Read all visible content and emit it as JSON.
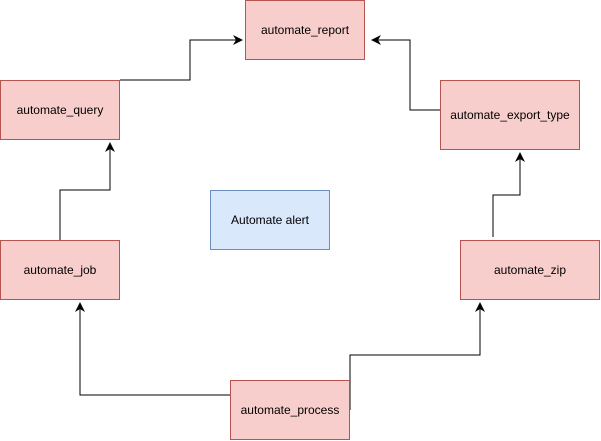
{
  "nodes": {
    "report": "automate_report",
    "query": "automate_query",
    "export_type": "automate_export_type",
    "alert": "Automate alert",
    "job": "automate_job",
    "zip": "automate_zip",
    "process": "automate_process"
  },
  "colors": {
    "node_fill": "#f8cecc",
    "node_stroke": "#b85450",
    "alert_fill": "#dae8fc",
    "alert_stroke": "#6c8ebf",
    "edge": "#000000"
  },
  "edges": [
    {
      "from": "process",
      "to": "job"
    },
    {
      "from": "job",
      "to": "query"
    },
    {
      "from": "query",
      "to": "report"
    },
    {
      "from": "process",
      "to": "zip"
    },
    {
      "from": "zip",
      "to": "export_type"
    },
    {
      "from": "export_type",
      "to": "report"
    }
  ]
}
